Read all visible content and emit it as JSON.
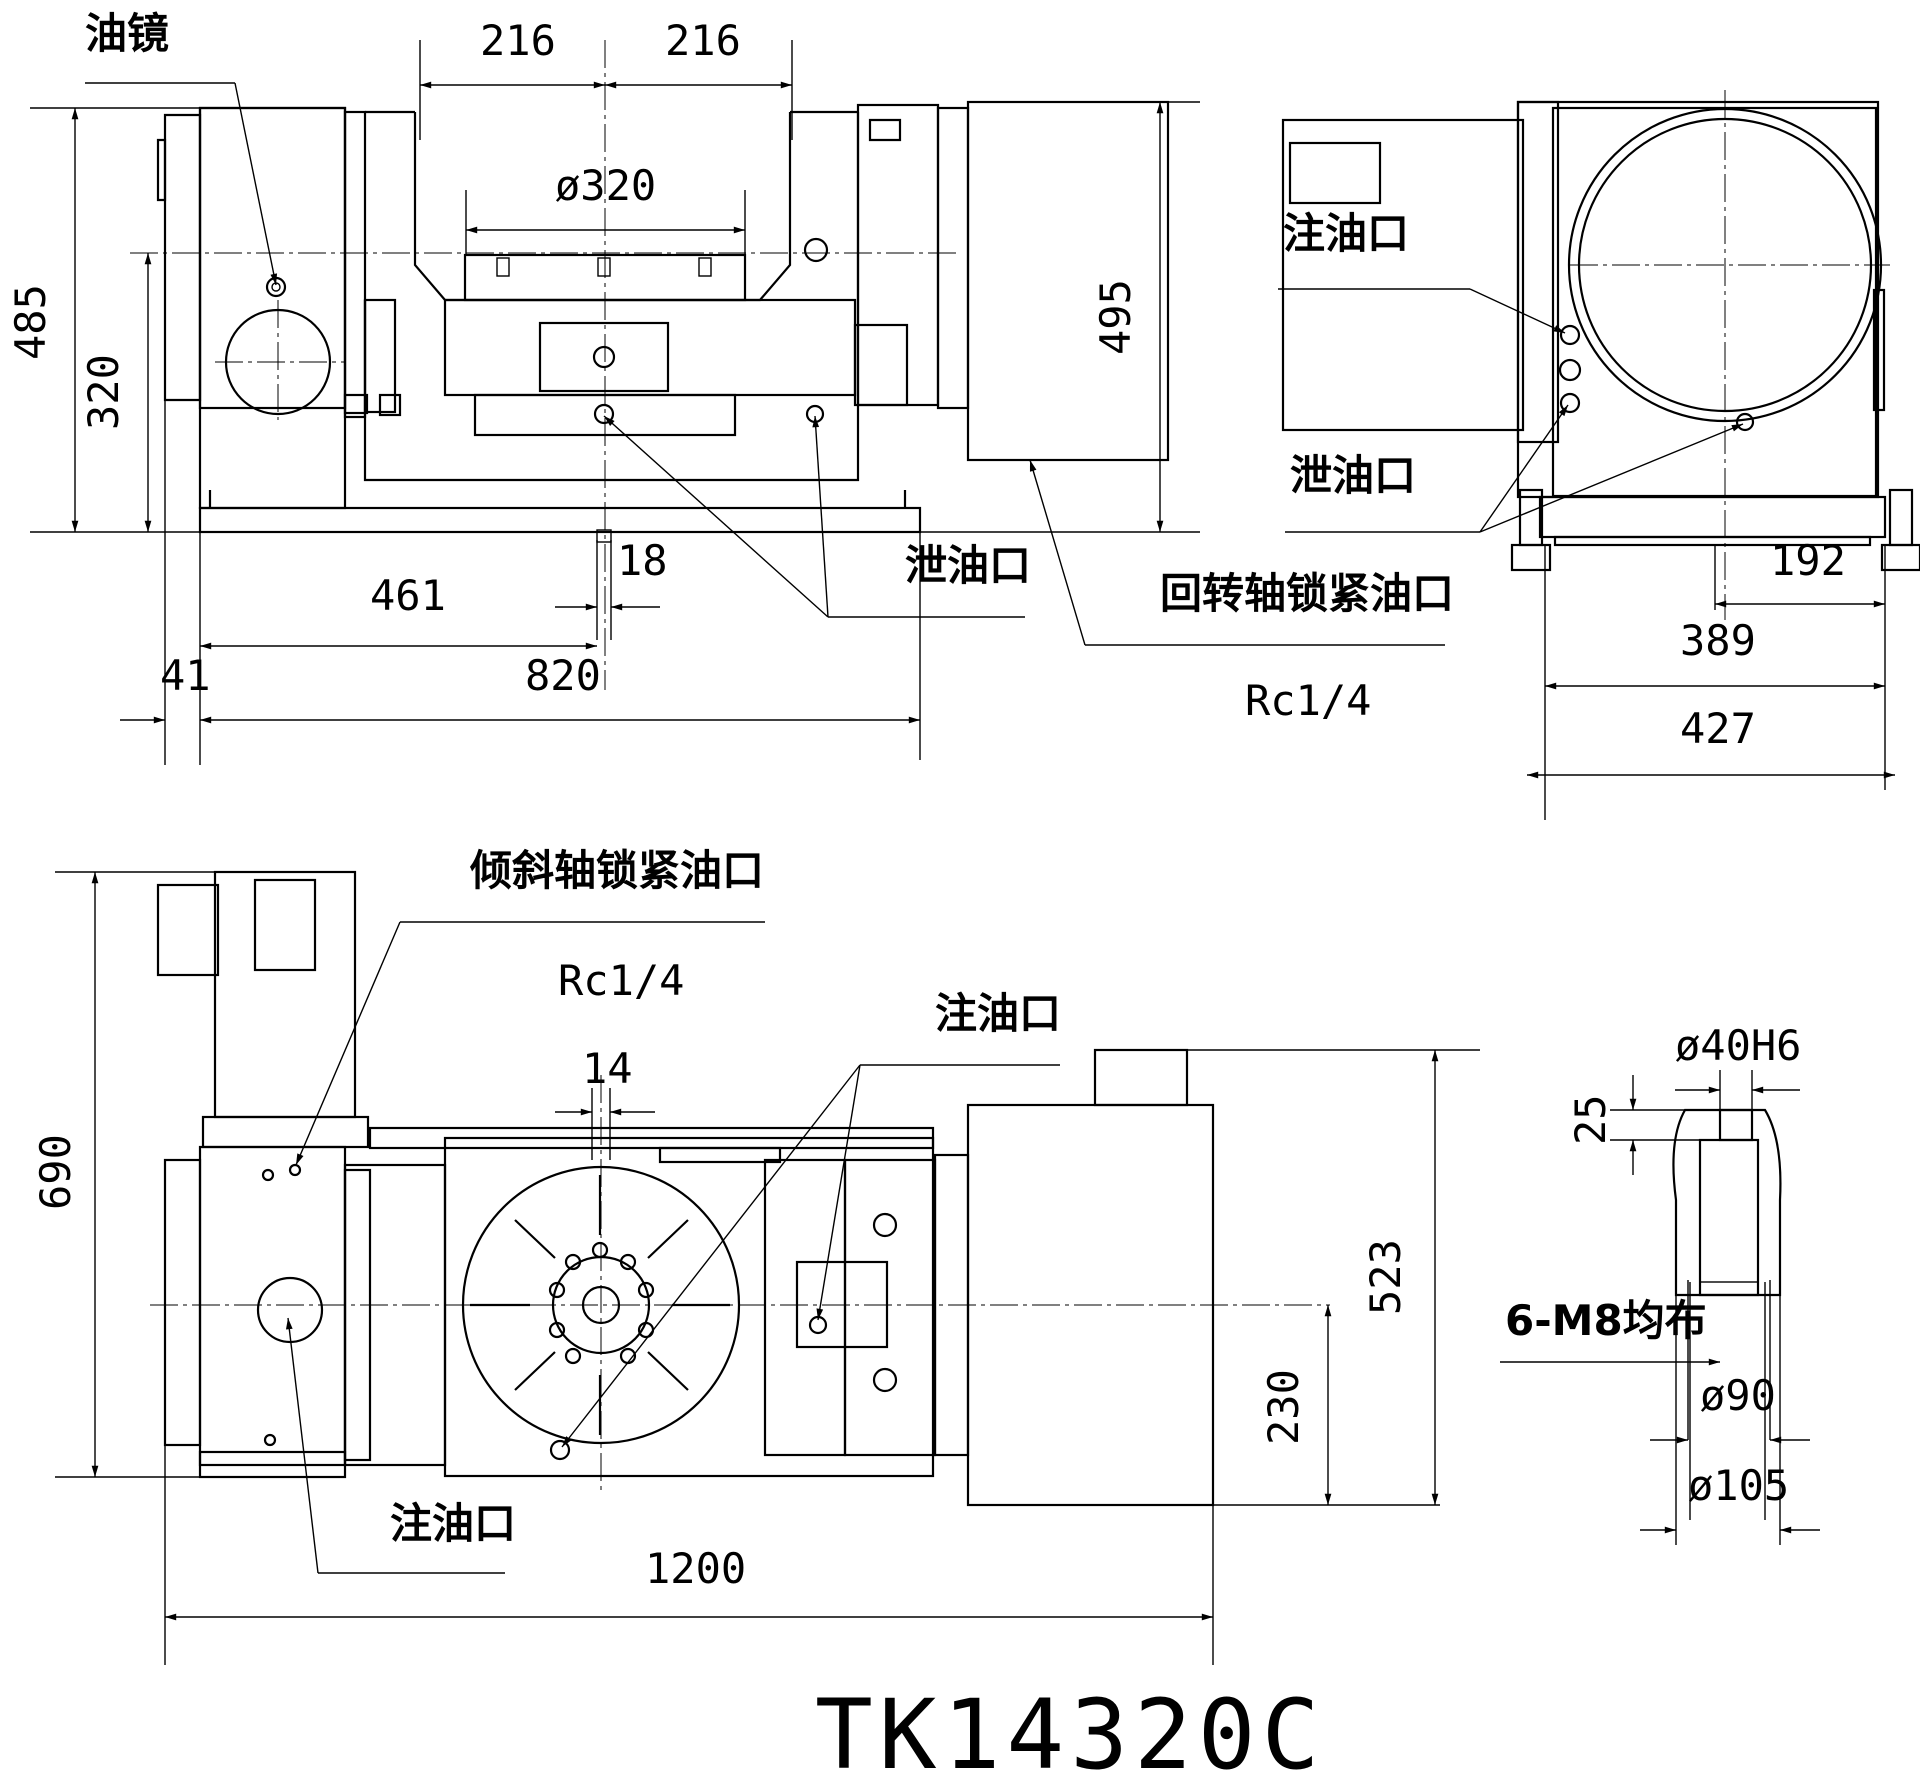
{
  "title": "TK14320C",
  "labels": {
    "oil_sight_glass": "油镜",
    "oil_fill": "注油口",
    "oil_drain": "泄油口",
    "rotary_axis_lock_port": "回转轴锁紧油口",
    "tilt_axis_lock_port": "倾斜轴锁紧油口",
    "thread_spec": "Rc1/4",
    "bolt_pattern": "6-M8均布"
  },
  "dimensions": {
    "d216_left": "216",
    "d216_right": "216",
    "d320_dia": "ø320",
    "d485": "485",
    "d320": "320",
    "d495": "495",
    "d18": "18",
    "d461": "461",
    "d820": "820",
    "d41": "41",
    "d192": "192",
    "d389": "389",
    "d427": "427",
    "d14": "14",
    "d690": "690",
    "d523": "523",
    "d230": "230",
    "d1200": "1200",
    "d40h6": "ø40H6",
    "d25": "25",
    "d90": "ø90",
    "d105": "ø105"
  }
}
